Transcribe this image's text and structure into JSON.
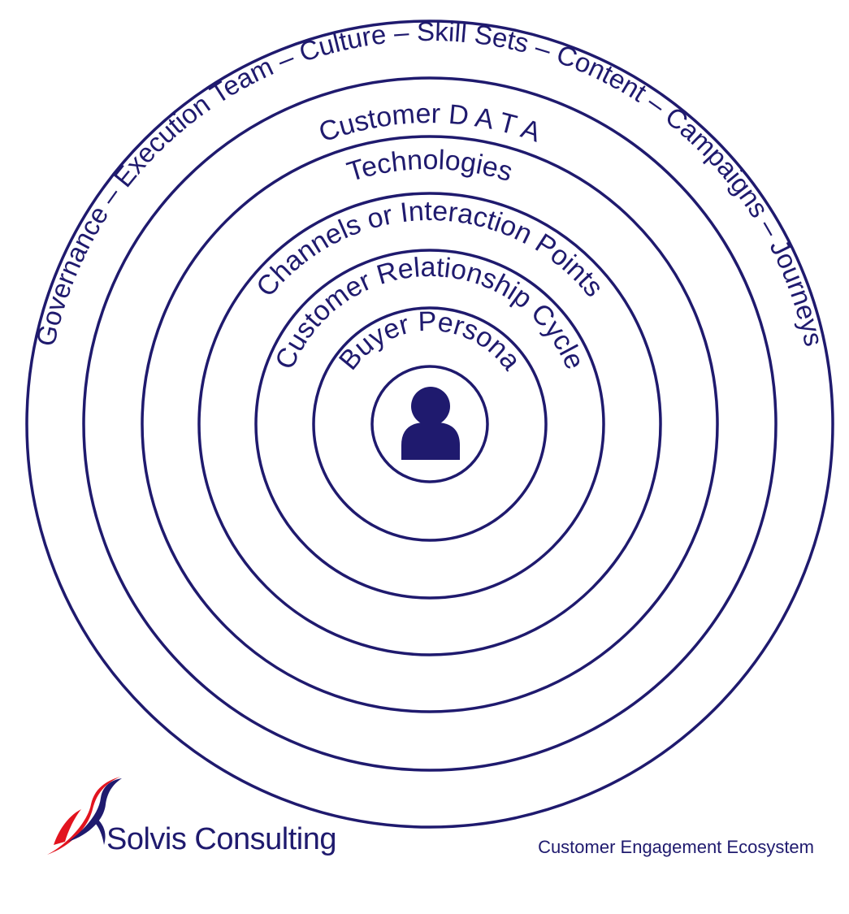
{
  "diagram": {
    "rings": [
      {
        "id": "governance",
        "label": "Governance – Execution Team – Culture – Skill Sets  – Content – Campaigns – Journeys"
      },
      {
        "id": "customer-data",
        "label": "Customer D A  T A"
      },
      {
        "id": "technologies",
        "label": "Technologies"
      },
      {
        "id": "channels",
        "label": "Channels or Interaction Points"
      },
      {
        "id": "relationship-cycle",
        "label": "Customer Relationship Cycle"
      },
      {
        "id": "buyer-persona",
        "label": "Buyer Persona"
      }
    ],
    "center_icon": "person-icon",
    "color": "#1f1a6e"
  },
  "brand": {
    "name": "Solvis Consulting",
    "logo_icon": "swoosh-logo-icon",
    "logo_colors": [
      "#e2141f",
      "#1f1a6e"
    ]
  },
  "footer": {
    "caption": "Customer Engagement Ecosystem"
  }
}
